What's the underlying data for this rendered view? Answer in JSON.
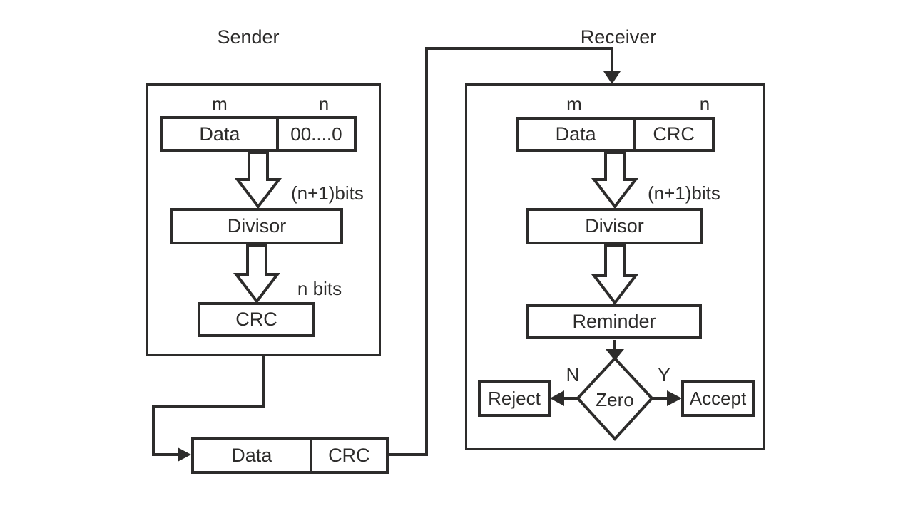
{
  "diagram": {
    "colors": {
      "stroke": "#2d2c2b",
      "background": "#ffffff"
    },
    "sender": {
      "title": "Sender",
      "m_label": "m",
      "n_label": "n",
      "frame": {
        "data": "Data",
        "padding": "00....0"
      },
      "arrow1_caption": "(n+1)bits",
      "divisor": "Divisor",
      "arrow2_caption": "n bits",
      "crc": "CRC"
    },
    "transmitted_frame": {
      "data": "Data",
      "crc": "CRC"
    },
    "receiver": {
      "title": "Receiver",
      "m_label": "m",
      "n_label": "n",
      "frame": {
        "data": "Data",
        "crc": "CRC"
      },
      "arrow1_caption": "(n+1)bits",
      "divisor": "Divisor",
      "reminder": "Reminder",
      "decision": "Zero",
      "branch_no": "N",
      "branch_yes": "Y",
      "reject": "Reject",
      "accept": "Accept"
    }
  }
}
